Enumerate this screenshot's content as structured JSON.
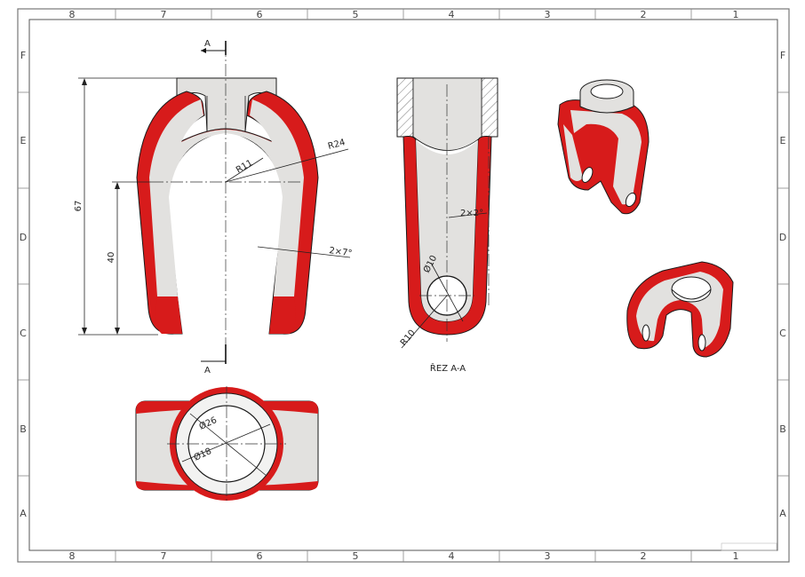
{
  "sheet": {
    "zones_top": [
      "8",
      "7",
      "6",
      "5",
      "4",
      "3",
      "2",
      "1"
    ],
    "zones_bottom": [
      "8",
      "7",
      "6",
      "5",
      "4",
      "3",
      "2",
      "1"
    ],
    "zones_left": [
      "F",
      "E",
      "D",
      "C",
      "B",
      "A"
    ],
    "zones_right": [
      "F",
      "E",
      "D",
      "C",
      "B",
      "A"
    ]
  },
  "views": {
    "section_marker": "A",
    "section_title": "ŘEZ A-A"
  },
  "dimensions": {
    "overall_height": "67",
    "inner_height": "40",
    "inner_radius": "R11",
    "outer_radius": "R24",
    "draft_front": "2×7°",
    "draft_section": "2×2°",
    "hole_diameter": "Ø10",
    "end_radius": "R10",
    "outer_diameter": "Ø26",
    "inner_diameter": "Ø18"
  },
  "colors": {
    "highlight": "#d71b1b",
    "body": "#e2e1df",
    "frame": "#666666"
  }
}
